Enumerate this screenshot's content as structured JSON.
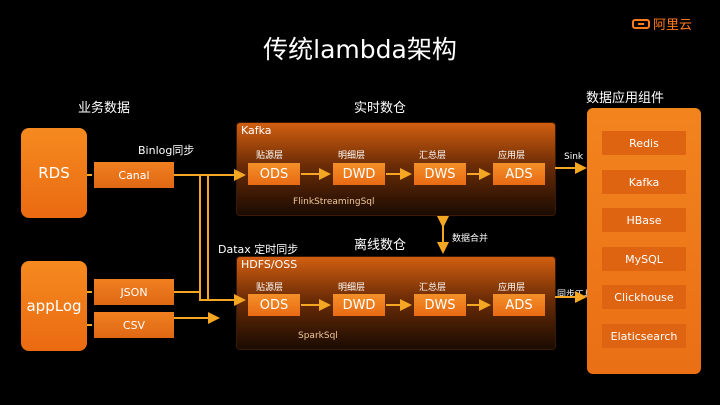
{
  "title": "传统lambda架构",
  "logo": "阿里云",
  "sections": {
    "business_data": "业务数据",
    "realtime_warehouse": "实时数仓",
    "offline_warehouse": "离线数仓",
    "data_app_components": "数据应用组件"
  },
  "sources": {
    "rds": "RDS",
    "applog": "appLog"
  },
  "tools": {
    "canal": "Canal",
    "json": "JSON",
    "csv": "CSV"
  },
  "labels": {
    "binlog_sync": "Binlog同步",
    "datax_sync": "Datax 定时同步",
    "data_merge": "数据合并",
    "sink": "Sink",
    "sync_tool": "同步工具"
  },
  "realtime": {
    "platform": "Kafka",
    "engine": "FlinkStreamingSql",
    "layers": [
      {
        "caption": "贴源层",
        "name": "ODS"
      },
      {
        "caption": "明细层",
        "name": "DWD"
      },
      {
        "caption": "汇总层",
        "name": "DWS"
      },
      {
        "caption": "应用层",
        "name": "ADS"
      }
    ]
  },
  "offline": {
    "platform": "HDFS/OSS",
    "engine": "SparkSql",
    "layers": [
      {
        "caption": "贴源层",
        "name": "ODS"
      },
      {
        "caption": "明细层",
        "name": "DWD"
      },
      {
        "caption": "汇总层",
        "name": "DWS"
      },
      {
        "caption": "应用层",
        "name": "ADS"
      }
    ]
  },
  "components": [
    "Redis",
    "Kafka",
    "HBase",
    "MySQL",
    "Clickhouse",
    "Elaticsearch"
  ],
  "colors": {
    "accent": "#f08020",
    "arrow": "#f5a623",
    "background": "#000000"
  }
}
